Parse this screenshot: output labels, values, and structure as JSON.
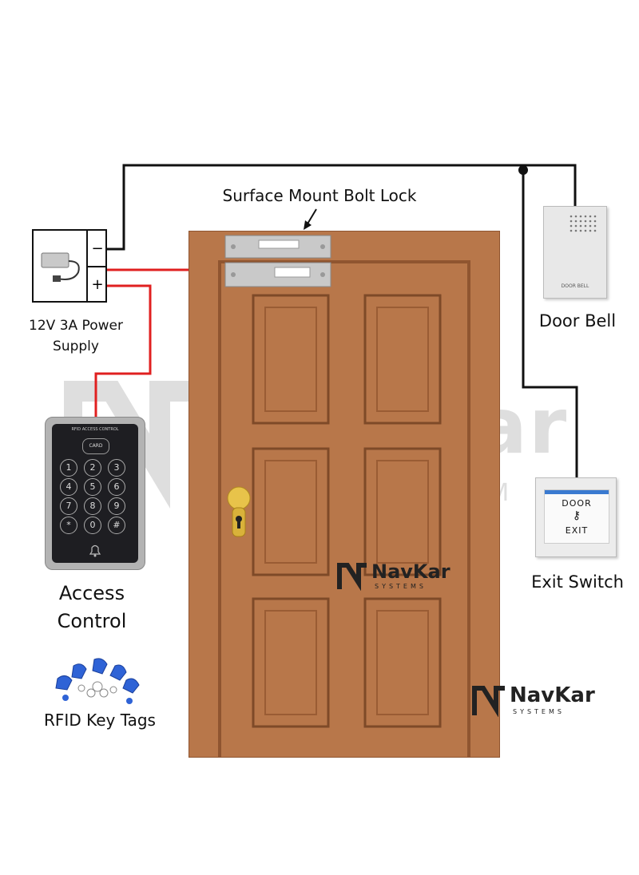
{
  "labels": {
    "bolt_lock": "Surface Mount Bolt Lock",
    "power_supply": "12V 3A Power Supply",
    "power_supply_line1": "12V 3A Power",
    "power_supply_line2": "Supply",
    "door_bell": "Door Bell",
    "access_control_line1": "Access",
    "access_control_line2": "Control",
    "rfid_tags": "RFID Key Tags",
    "exit_switch": "Exit Switch"
  },
  "terminals": {
    "negative": "−",
    "positive": "+"
  },
  "device_text": {
    "keypad_header": "RFID ACCESS CONTROL",
    "keypad_card": "CARD",
    "keypad_keys": [
      "1",
      "2",
      "3",
      "4",
      "5",
      "6",
      "7",
      "8",
      "9",
      "*",
      "0",
      "#"
    ],
    "door_bell_plate": "DOOR BELL",
    "exit_top": "DOOR",
    "exit_bottom": "EXIT"
  },
  "brand": {
    "name": "NavKar",
    "sub": "SYSTEMS",
    "watermark_name": "NavKar",
    "watermark_sub": "S Y S T E M S"
  },
  "colors": {
    "door": "#b8774a",
    "door_dark": "#8f5530",
    "wire_black": "#111111",
    "wire_red": "#e02020",
    "brand_dark": "#222222"
  },
  "icons": [
    "power-adapter-icon",
    "bolt-lock-icon",
    "door-bell-icon",
    "keypad-icon",
    "rfid-tag-icon",
    "exit-switch-icon",
    "door-knob-icon",
    "navkar-logo-icon"
  ]
}
